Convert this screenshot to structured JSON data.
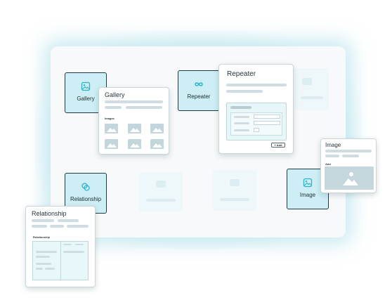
{
  "colors": {
    "tile_bg": "#cdeef5",
    "tile_border": "#1d3c43",
    "accent": "#2bb3c9",
    "ghost": "#eef8fa",
    "placeholder_bar": "#cfdde2"
  },
  "tiles": {
    "gallery": {
      "label": "Gallery",
      "icon": "image-icon"
    },
    "repeater": {
      "label": "Repeater",
      "icon": "infinity-icon"
    },
    "relationship": {
      "label": "Relationship",
      "icon": "link-icon"
    },
    "image": {
      "label": "Image",
      "icon": "image-icon"
    }
  },
  "cards": {
    "gallery": {
      "title": "Gallery",
      "section": "Images"
    },
    "repeater": {
      "title": "Repeater",
      "add_button": "Add"
    },
    "image": {
      "title": "Image",
      "field": "Add"
    },
    "relationship": {
      "title": "Relationship",
      "section": "Relationship"
    }
  }
}
